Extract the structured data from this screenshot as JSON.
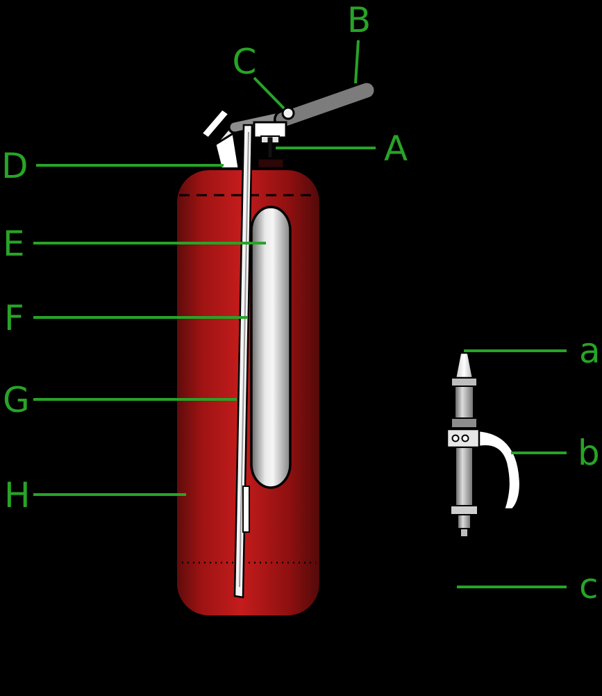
{
  "diagram": {
    "type": "fire-extinguisher-cutaway-diagram",
    "background_color": "#000000",
    "colors": {
      "label_green": "#27a427",
      "body_red": "#b01414",
      "body_red_dark": "#5c0b0b",
      "cartridge_gray": "#d9d9d9",
      "handle_gray": "#7c7c7c",
      "outline_black": "#000000",
      "white": "#ffffff"
    },
    "labels": {
      "A": "A",
      "B": "B",
      "C": "C",
      "D": "D",
      "E": "E",
      "F": "F",
      "G": "G",
      "H": "H",
      "a": "a",
      "b": "b",
      "c": "c"
    }
  }
}
